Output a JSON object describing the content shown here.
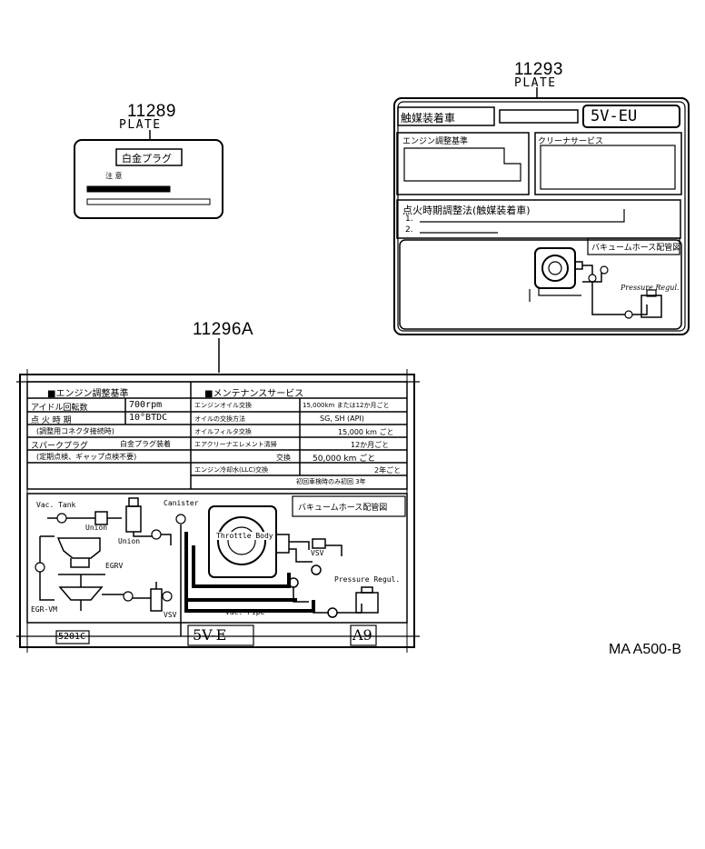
{
  "plates": {
    "p11289": {
      "part_no": "11289",
      "plate_label": "PLATE",
      "title": "白金プラグ",
      "line1": "注 意"
    },
    "p11293": {
      "part_no": "11293",
      "plate_label": "PLATE",
      "header": "触媒装着車",
      "engine_code": "5V-EU",
      "box1_label": "エンジン調整基準",
      "box2_label": "クリーナサービス",
      "ignition_label": "点火時期調整法(触媒装着車)",
      "ign_row1": "1.",
      "ign_row2": "2.",
      "vacuum_label": "バキュームホース配管図",
      "pressure_regul": "Pressure Regul."
    },
    "p11296A": {
      "part_no": "11296A",
      "left_header": "■エンジン調整基準",
      "right_header": "■メンテナンスサービス",
      "left_rows": [
        {
          "label": "アイドル回転数",
          "value": "700rpm"
        },
        {
          "label": "点 火 時 期",
          "value": "10°BTDC"
        },
        {
          "label": "(調整用コネクタ接続時)",
          "value": ""
        },
        {
          "label": "スパークプラグ",
          "value": "白金プラグ装着"
        },
        {
          "label": "(定期点検、ギャップ点検不要)",
          "value": ""
        }
      ],
      "right_rows": [
        {
          "label": "エンジンオイル交換",
          "value": "15,000km または12か月ごと"
        },
        {
          "label": "オイルの交換方法",
          "value": "SG, SH (API)"
        },
        {
          "label": "オイルフィルタ交換",
          "value": "15,000 km ごと"
        },
        {
          "label": "エアクリーナエレメント清掃",
          "value": "12か月ごと"
        },
        {
          "label": "交換",
          "value": "50,000 km ごと"
        },
        {
          "label": "エンジン冷却水(LLC)交換",
          "value": "2年ごと"
        },
        {
          "label": "",
          "value": "初回車検時のみ初回 3年"
        }
      ],
      "vacuum_label": "バキュームホース配管図",
      "components": {
        "vac_tank": "Vac. Tank",
        "union_1": "Union",
        "union_2": "Union",
        "canister": "Canister",
        "throttle_body": "Throttle Body",
        "egrv": "EGRV",
        "egr_vm": "EGR-VM",
        "vsv_1": "VSV",
        "vsv_2": "VSV",
        "vac_pipe": "Vac. Pipe",
        "pressure_regul": "Pressure Regul."
      },
      "footer_left": "5201C",
      "footer_mid": "5V-E",
      "footer_right": "A9"
    }
  },
  "reference": "MA A500-B"
}
